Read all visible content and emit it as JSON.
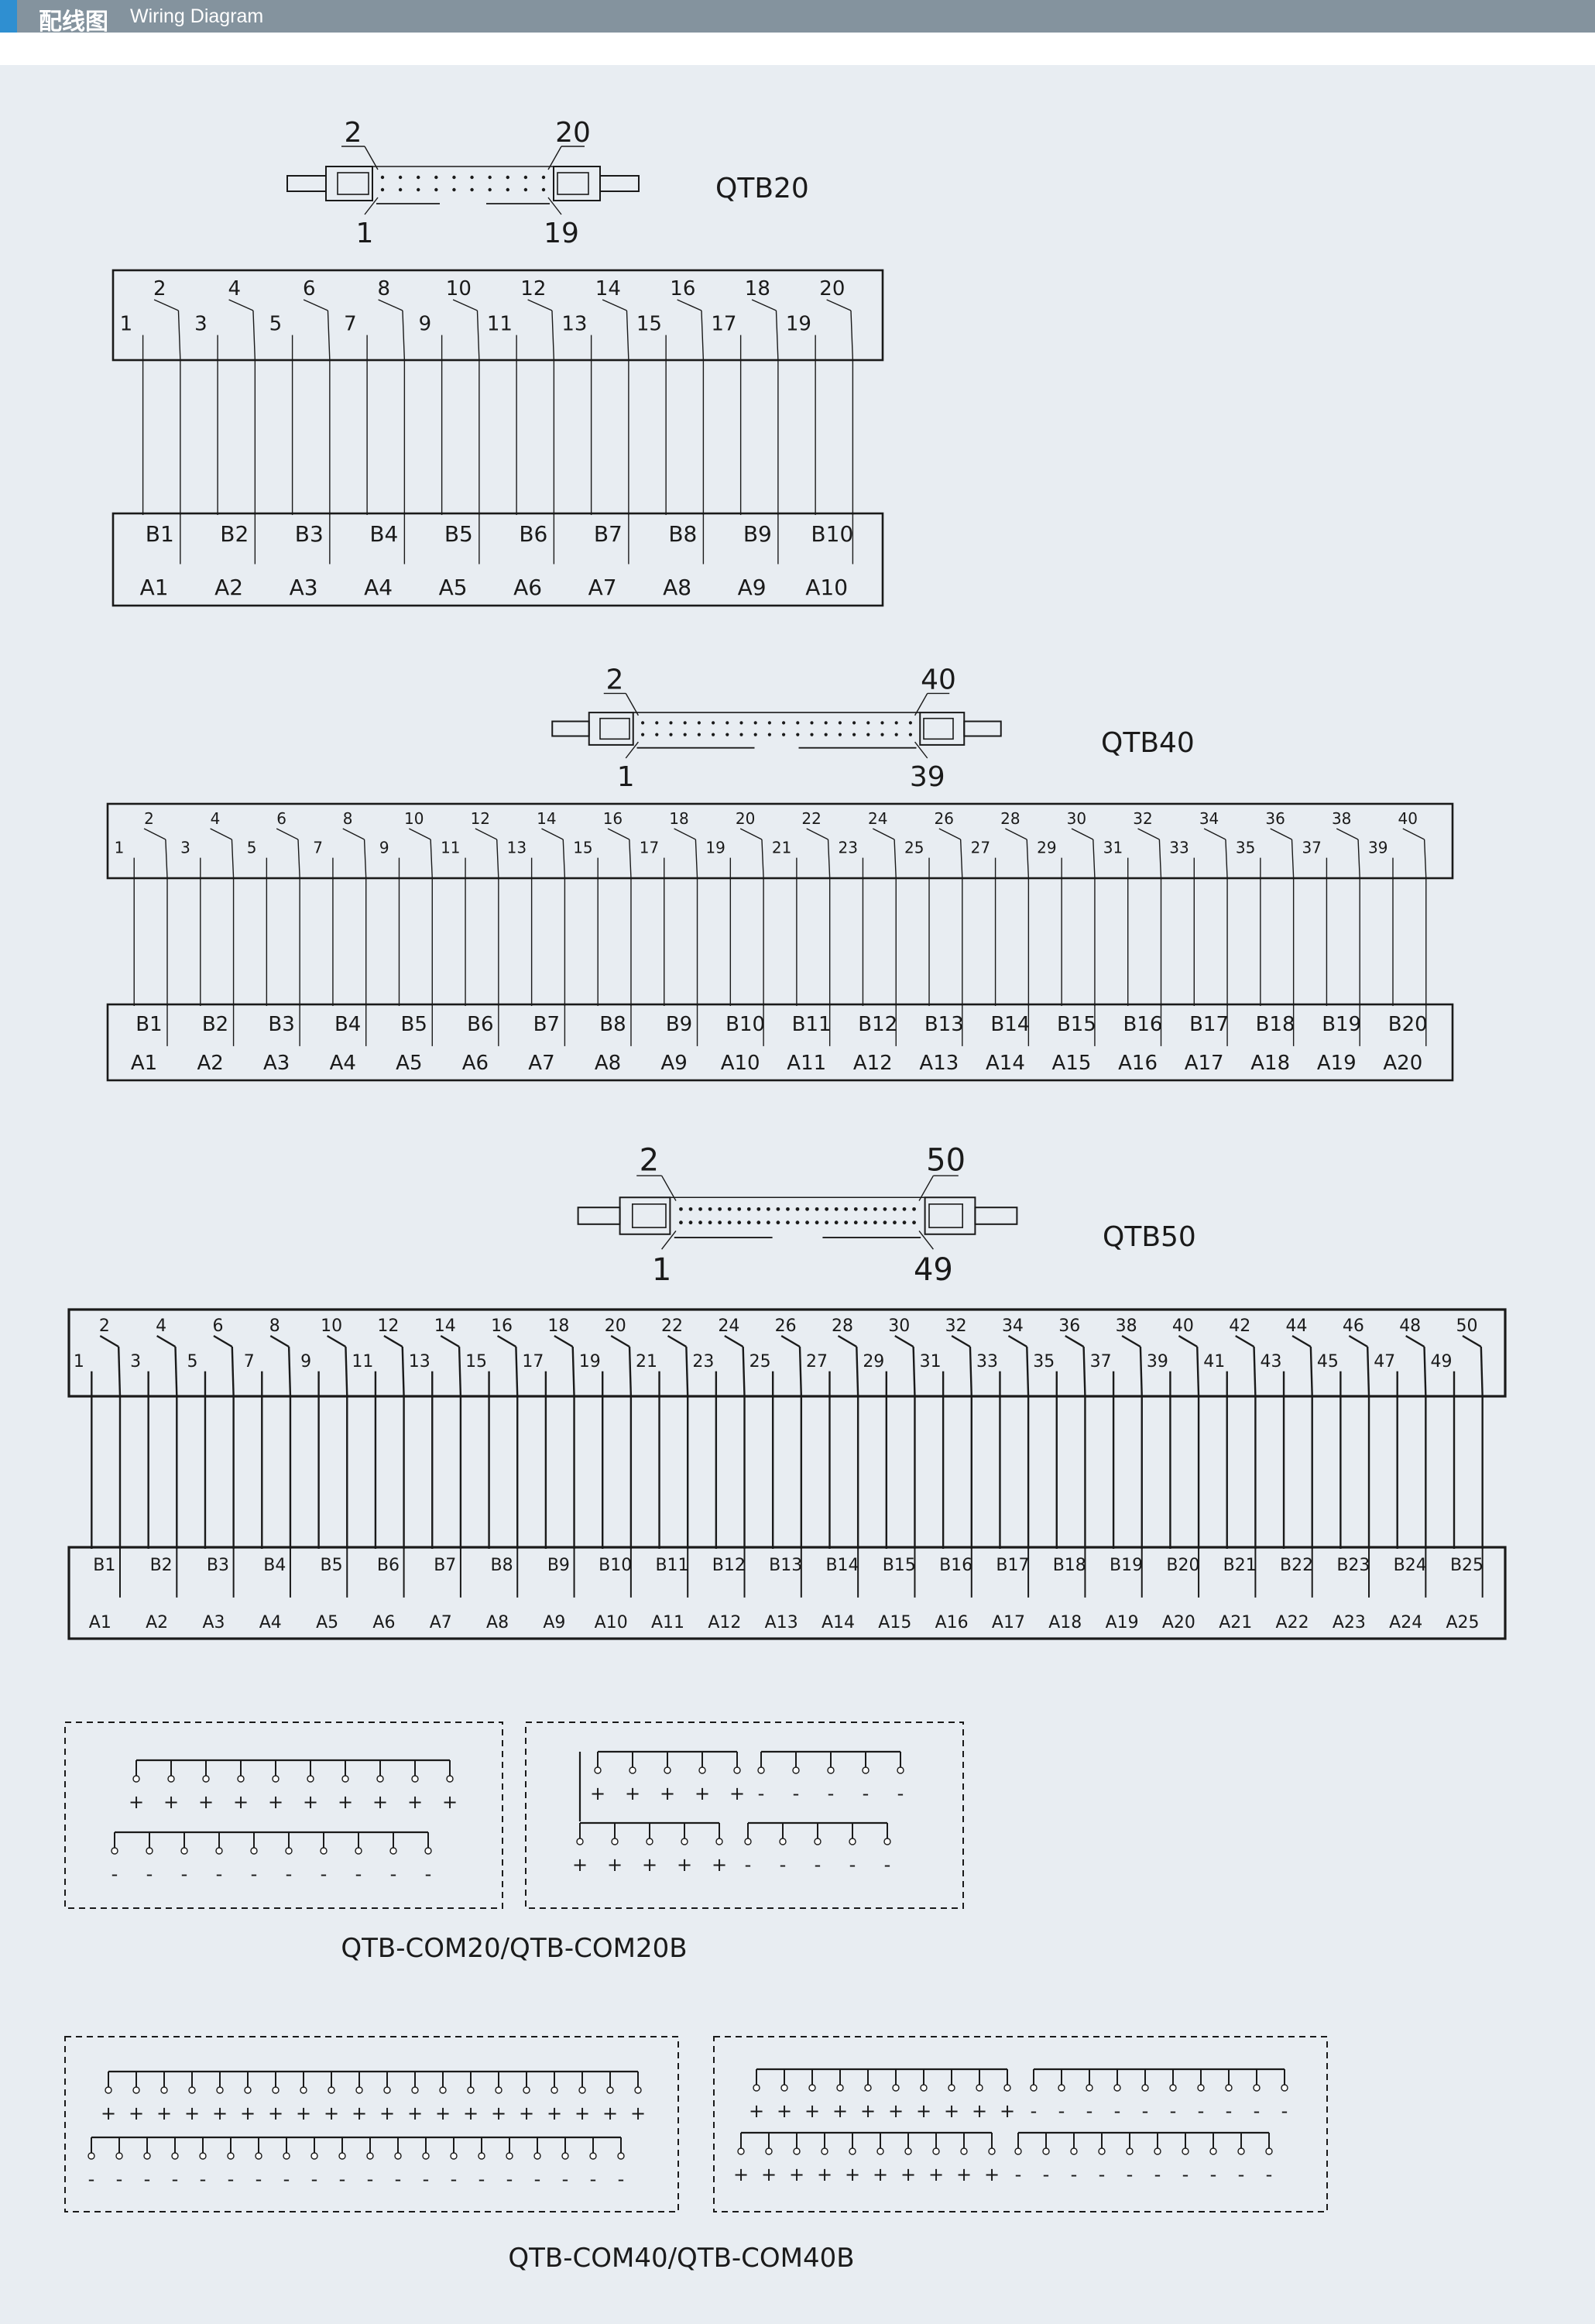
{
  "header": {
    "title_cn": "配线图",
    "title_en": "Wiring Diagram",
    "accent_color": "#2f8fd1",
    "bar_color": "#84939e",
    "background_color": "#e8edf2"
  },
  "connectors": [
    {
      "model": "QTB20",
      "pins": 20,
      "top_left_label": "2",
      "top_right_label": "20",
      "bottom_left_label": "1",
      "bottom_right_label": "19"
    },
    {
      "model": "QTB40",
      "pins": 40,
      "top_left_label": "2",
      "top_right_label": "40",
      "bottom_left_label": "1",
      "bottom_right_label": "39"
    },
    {
      "model": "QTB50",
      "pins": 50,
      "top_left_label": "2",
      "top_right_label": "50",
      "bottom_left_label": "1",
      "bottom_right_label": "49"
    }
  ],
  "com_groups": [
    {
      "caption": "QTB-COM20/QTB-COM20B",
      "plus": "+",
      "minus": "-"
    },
    {
      "caption": "QTB-COM40/QTB-COM40B",
      "plus": "+",
      "minus": "-"
    }
  ]
}
